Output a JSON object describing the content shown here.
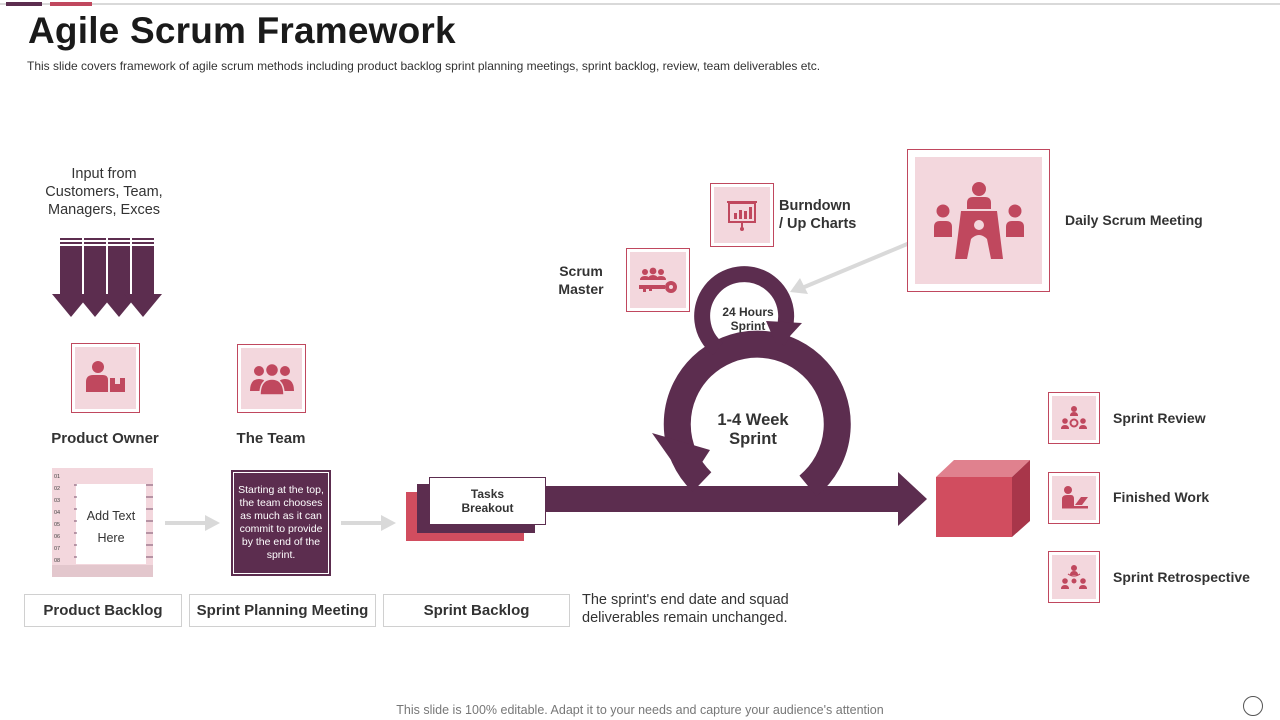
{
  "header": {
    "title": "Agile Scrum Framework",
    "subtitle": "This slide covers framework of agile scrum methods including product backlog sprint planning meetings, sprint backlog, review, team deliverables etc."
  },
  "input": {
    "text_line1": "Input from",
    "text_line2": "Customers, Team,",
    "text_line3": "Managers, Exces"
  },
  "roles": {
    "product_owner": "Product Owner",
    "the_team": "The Team",
    "scrum_master_1": "Scrum",
    "scrum_master_2": "Master"
  },
  "backlog": {
    "numbers": [
      "01",
      "02",
      "03",
      "04",
      "05",
      "06",
      "07",
      "08"
    ],
    "add_text_1": "Add Text",
    "add_text_2": "Here"
  },
  "planning_note": "Starting at the top, the team chooses as much as it can commit to provide by the end of the sprint.",
  "tasks": {
    "line1": "Tasks",
    "line2": "Breakout"
  },
  "labels": {
    "product_backlog": "Product Backlog",
    "sprint_planning": "Sprint Planning Meeting",
    "sprint_backlog": "Sprint Backlog"
  },
  "unchanged_note": "The sprint's end date and squad deliverables remain unchanged.",
  "loops": {
    "small_1": "24 Hours",
    "small_2": "Sprint",
    "big_1": "1-4 Week",
    "big_2": "Sprint"
  },
  "burndown": {
    "line1": "Burndown",
    "line2": "/ Up Charts"
  },
  "daily_scrum": "Daily Scrum Meeting",
  "outputs": {
    "review": "Sprint Review",
    "finished": "Finished Work",
    "retrospective": "Sprint Retrospective"
  },
  "footer": "This slide is 100% editable. Adapt it to your needs and capture your audience's attention",
  "colors": {
    "plum": "#5c2d4f",
    "rose": "#c0485e",
    "pink_fill": "#f3d7dd",
    "cube": "#d14d5f"
  }
}
